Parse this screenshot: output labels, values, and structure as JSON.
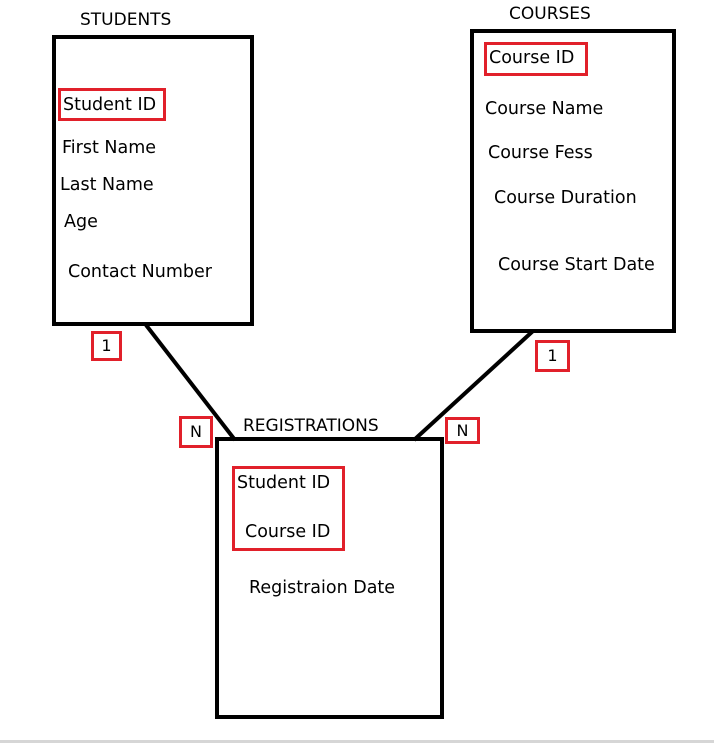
{
  "entities": {
    "students": {
      "title": "STUDENTS",
      "fields": [
        "Student ID",
        "First Name",
        "Last Name",
        "Age",
        "Contact Number"
      ]
    },
    "courses": {
      "title": "COURSES",
      "fields": [
        "Course ID",
        "Course Name",
        "Course Fess",
        "Course Duration",
        "Course Start Date"
      ]
    },
    "registrations": {
      "title": "REGISTRATIONS",
      "fields": [
        "Student ID",
        "Course ID",
        "Registraion Date"
      ]
    }
  },
  "cardinality": {
    "students_side": "1",
    "registrations_student_side": "N",
    "courses_side": "1",
    "registrations_course_side": "N"
  },
  "colors": {
    "entity_border": "#000000",
    "key_highlight": "#e1202a"
  }
}
